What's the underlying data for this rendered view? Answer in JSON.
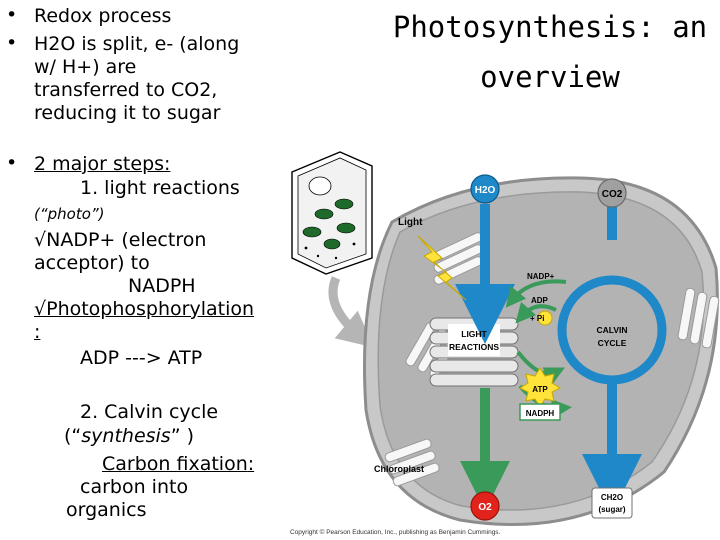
{
  "title": {
    "line1": "Photosynthesis: an",
    "line2": "overview"
  },
  "bullets": {
    "b1": "Redox process",
    "b2_l1": "H2O is split, e- (along",
    "b2_l2": "w/ H+) are",
    "b2_l3": "transferred to CO2,",
    "b2_l4": "reducing it to sugar",
    "b3": "2 major steps:",
    "step1": "1. light reactions",
    "photo": "(“photo”)",
    "nadp_l1": "√NADP+ (electron",
    "nadp_l2": "acceptor) to",
    "nadp_l3": "NADPH",
    "photophos": "√Photophosphorylation",
    "colon": ":",
    "adp_atp": "ADP ---> ATP",
    "step2": "2. Calvin cycle",
    "synthesis_open": "(“",
    "synthesis_word": "synthesis",
    "synthesis_close": "” )",
    "fixation_word": "Carbon fixation",
    "fixation_colon": ":",
    "carbon_into": "carbon into",
    "organics": "organics"
  },
  "diagram": {
    "h2o": "H2O",
    "co2": "CO2",
    "light": "Light",
    "nadp_plus": "NADP+",
    "adp": "ADP",
    "pi": "+ Pi",
    "light_reactions_1": "LIGHT",
    "light_reactions_2": "REACTIONS",
    "calvin_1": "CALVIN",
    "calvin_2": "CYCLE",
    "atp": "ATP",
    "nadph": "NADPH",
    "chloroplast": "Chloroplast",
    "o2": "O2",
    "ch2o": "CH2O",
    "sugar": "(sugar)",
    "copyright": "Copyright © Pearson Education, Inc., publishing as Benjamin Cummings."
  },
  "colors": {
    "stroma": "#a9a9a9",
    "chloroplast_fill": "#c8c8c8",
    "blue_arrow": "#1e88c8",
    "green_arrow": "#3a9a5a",
    "yellow": "#ffe23a",
    "o2_red": "#e0241b"
  }
}
